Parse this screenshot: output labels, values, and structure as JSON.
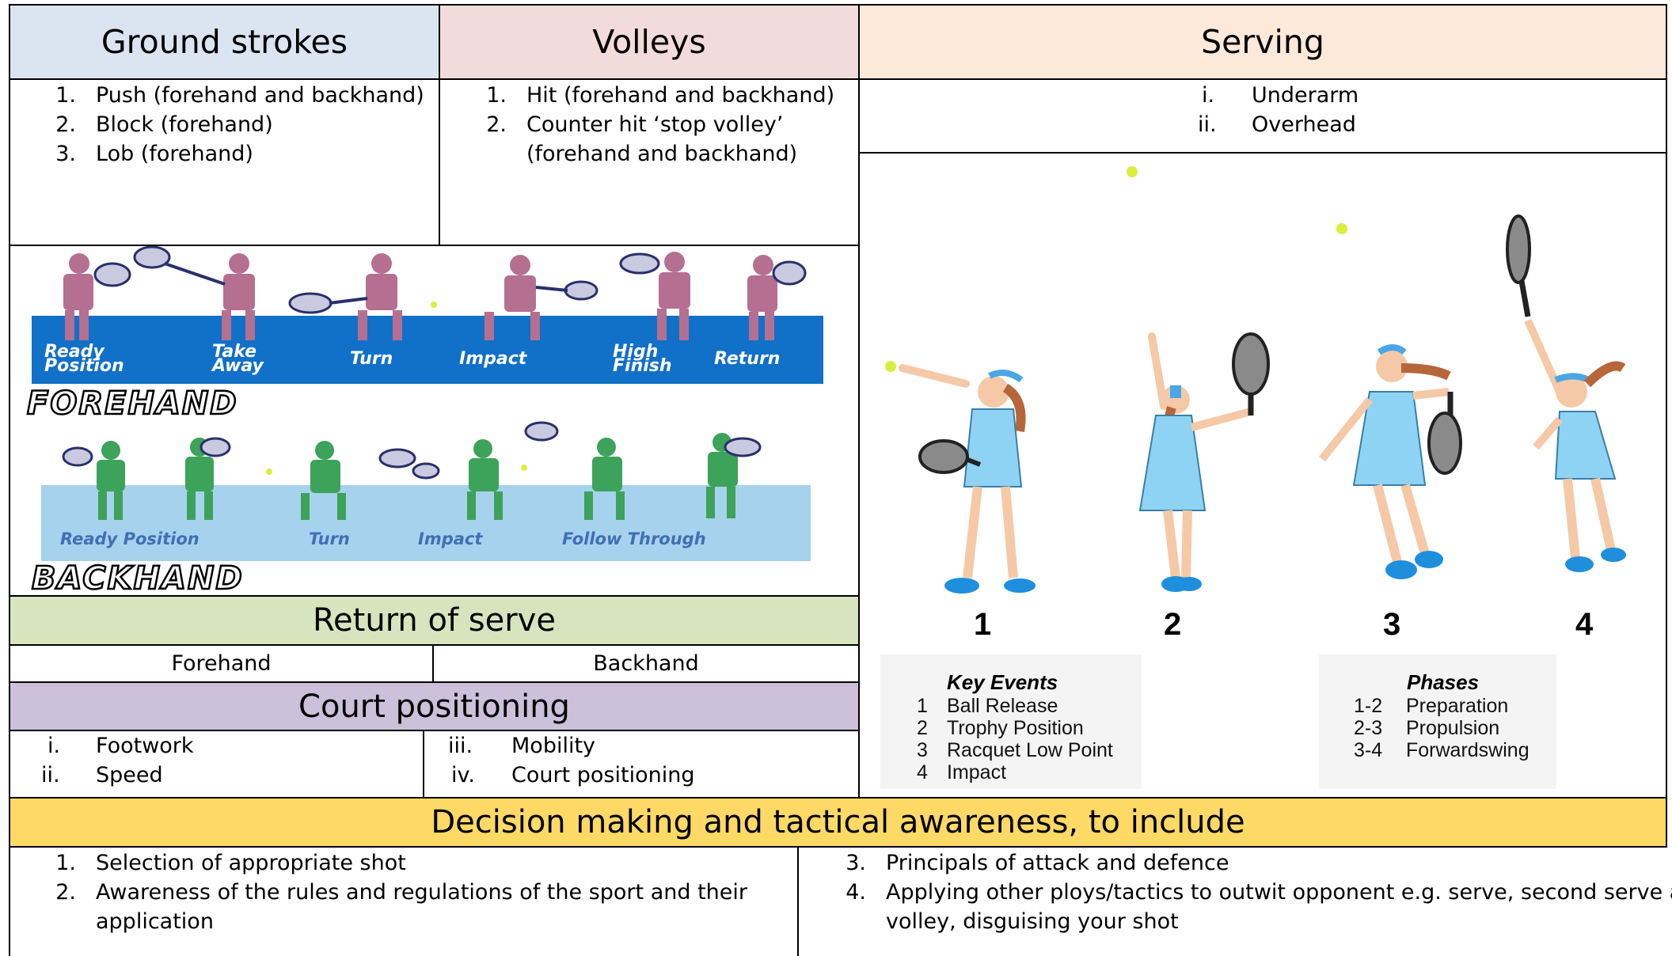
{
  "ground_strokes": {
    "title": "Ground strokes",
    "items": [
      {
        "num": "1.",
        "text": "Push (forehand and backhand)"
      },
      {
        "num": "2.",
        "text": "Block (forehand)"
      },
      {
        "num": "3.",
        "text": "Lob (forehand)"
      }
    ]
  },
  "volleys": {
    "title": "Volleys",
    "items": [
      {
        "num": "1.",
        "text": "Hit (forehand and backhand)"
      },
      {
        "num": "2.",
        "text": "Counter hit ‘stop volley’",
        "text2": "(forehand and backhand)"
      }
    ]
  },
  "serving": {
    "title": "Serving",
    "items": [
      {
        "num": "i.",
        "text": "Underarm"
      },
      {
        "num": "ii.",
        "text": "Overhead"
      }
    ],
    "diagram": {
      "stage_numbers": [
        "1",
        "2",
        "3",
        "4"
      ],
      "key_events_title": "Key Events",
      "key_events": [
        {
          "n": "1",
          "label": "Ball Release"
        },
        {
          "n": "2",
          "label": "Trophy Position"
        },
        {
          "n": "3",
          "label": "Racquet Low Point"
        },
        {
          "n": "4",
          "label": "Impact"
        }
      ],
      "phases_title": "Phases",
      "phases": [
        {
          "n": "1-2",
          "label": "Preparation"
        },
        {
          "n": "2-3",
          "label": "Propulsion"
        },
        {
          "n": "3-4",
          "label": "Forwardswing"
        }
      ]
    }
  },
  "stroke_image": {
    "forehand_steps": [
      "Ready",
      "Position",
      "Take",
      "Away",
      "Turn",
      "Impact",
      "High",
      "Finish",
      "Return"
    ],
    "forehand_word": "FOREHAND",
    "backhand_steps": [
      "Ready Position",
      "Turn",
      "Impact",
      "Follow Through"
    ],
    "backhand_word": "BACKHAND"
  },
  "return_of_serve": {
    "title": "Return of serve",
    "forehand": "Forehand",
    "backhand": "Backhand"
  },
  "court_positioning": {
    "title": "Court positioning",
    "items": [
      {
        "num": "i.",
        "text": "Footwork"
      },
      {
        "num": "ii.",
        "text": "Speed"
      },
      {
        "num": "iii.",
        "text": "Mobility"
      },
      {
        "num": "iv.",
        "text": "Court positioning"
      }
    ]
  },
  "decision": {
    "title": "Decision making and tactical awareness, to include",
    "left": [
      {
        "num": "1.",
        "text": "Selection of appropriate shot"
      },
      {
        "num": "2.",
        "text": "Awareness of the rules and regulations of the sport and their",
        "text2": "application"
      }
    ],
    "right": [
      {
        "num": "3.",
        "text": "Principals of attack and defence"
      },
      {
        "num": "4.",
        "text": "Applying other ploys/tactics to outwit opponent e.g. serve, second serve and",
        "text2": "volley, disguising your shot"
      }
    ]
  },
  "colors": {
    "ground_strokes_header": "#dbe5f1",
    "volleys_header": "#f2dcdb",
    "serving_header": "#fde9d9",
    "return_header": "#d7e4bd",
    "court_header": "#ccc0da",
    "decision_header": "#ffd966",
    "forehand_band": "#1170c8",
    "backhand_band": "#a7d2ee",
    "forehand_figure": "#b56f91",
    "backhand_figure": "#3da25a",
    "server_dress": "#8fd3f4",
    "ball": "#d9ef3c"
  }
}
